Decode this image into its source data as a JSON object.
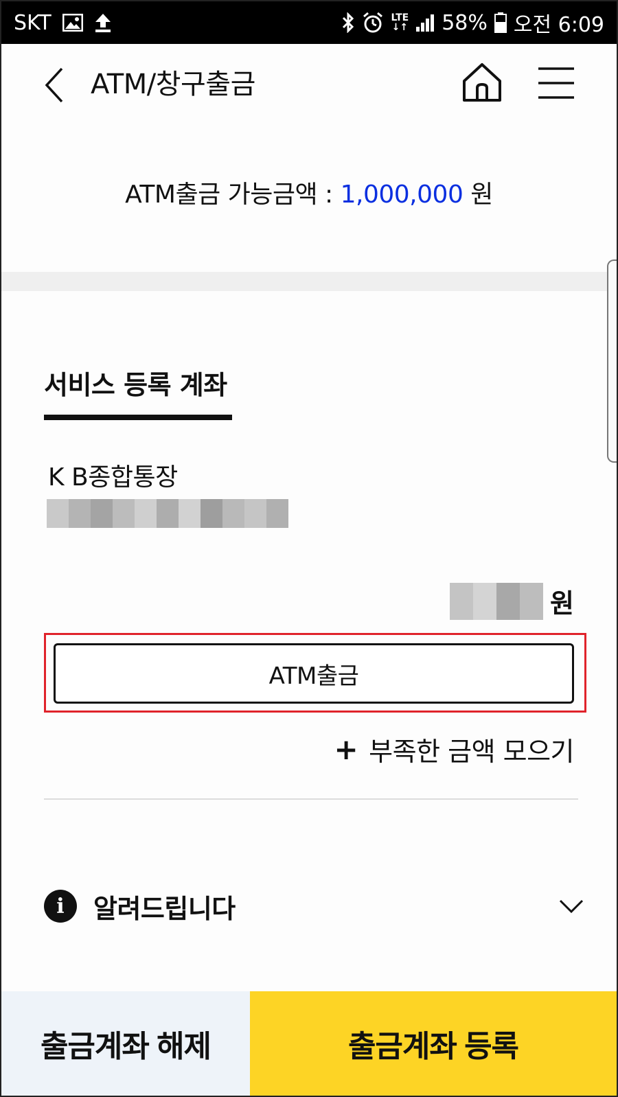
{
  "status_bar": {
    "carrier": "SKT",
    "network": "LTE",
    "battery": "58%",
    "time": "오전 6:09",
    "icons": [
      "image-icon",
      "upload-icon",
      "bluetooth-icon",
      "alarm-icon",
      "lte-icon",
      "signal-icon",
      "battery-icon"
    ]
  },
  "header": {
    "title": "ATM/창구출금",
    "icons": [
      "back-icon",
      "home-icon",
      "menu-icon"
    ]
  },
  "limit": {
    "label": "ATM출금 가능금액 : ",
    "amount": "1,000,000",
    "unit": "원"
  },
  "section": {
    "tab_label": "서비스 등록 계좌"
  },
  "account": {
    "name": "K B종합통장",
    "balance_unit": "원"
  },
  "actions": {
    "atm_withdraw": "ATM출금",
    "collect_shortfall": "부족한 금액 모으기"
  },
  "notice": {
    "label": "알려드립니다"
  },
  "bottom": {
    "release_label": "출금계좌 해제",
    "register_label": "출금계좌 등록"
  },
  "colors": {
    "amount_blue": "#0a2fe0",
    "highlight_red": "#e0232b",
    "register_yellow": "#fdd425",
    "release_bg": "#eef3f9"
  }
}
